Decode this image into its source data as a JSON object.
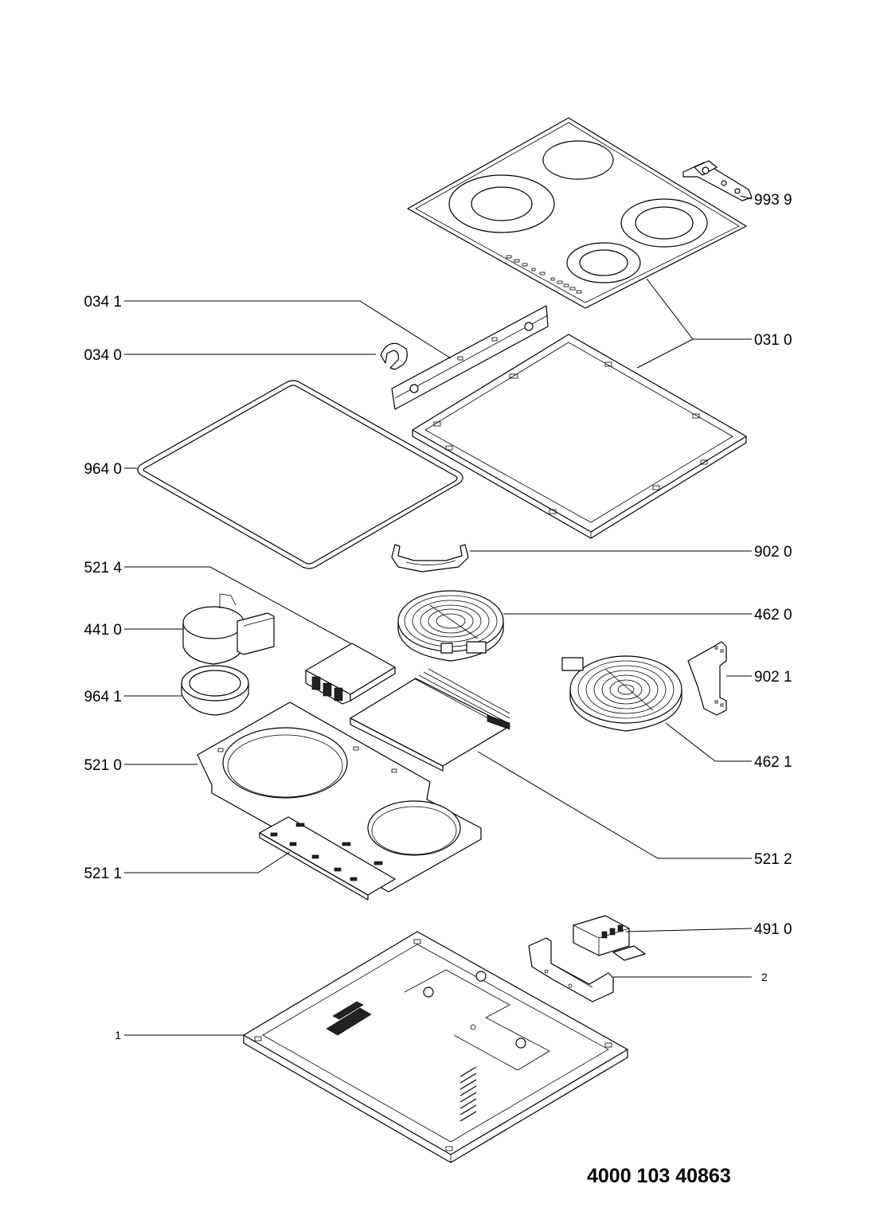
{
  "document_number": "4000 103 40863",
  "labels": {
    "l9939": "993 9",
    "l0341": "034 1",
    "l0340": "034 0",
    "l0310": "031 0",
    "l9640": "964 0",
    "l9020": "902 0",
    "l5214": "521 4",
    "l4620": "462 0",
    "l4410": "441 0",
    "l9021": "902 1",
    "l9641": "964 1",
    "l4621": "462 1",
    "l5210": "521 0",
    "l5212": "521 2",
    "l5211": "521 1",
    "l4910": "491 0",
    "l2": "2",
    "l1": "1"
  }
}
